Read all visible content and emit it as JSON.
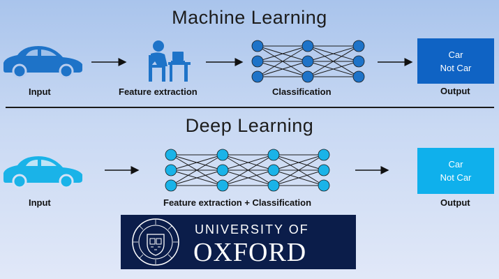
{
  "ml": {
    "title": "Machine Learning",
    "input_label": "Input",
    "feature_label": "Feature extraction",
    "classification_label": "Classification",
    "output_label": "Output",
    "output_options": [
      "Car",
      "Not Car"
    ],
    "color": "#1e73c8",
    "output_box_color": "#0f63c4"
  },
  "dl": {
    "title": "Deep Learning",
    "input_label": "Input",
    "feature_classification_label": "Feature extraction + Classification",
    "output_label": "Output",
    "output_options": [
      "Car",
      "Not Car"
    ],
    "color": "#1ab3e8",
    "output_box_color": "#0fb0ec"
  },
  "logo": {
    "university": "UNIVERSITY OF",
    "name": "OXFORD",
    "background": "#0b1d4a"
  },
  "icons": [
    "car-icon",
    "person-at-desk-icon",
    "neural-network-icon",
    "arrow-right-icon",
    "oxford-crest-icon"
  ]
}
